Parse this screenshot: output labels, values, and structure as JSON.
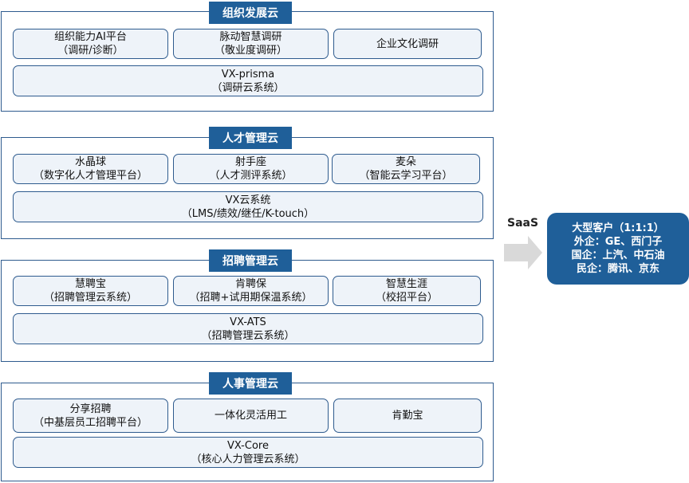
{
  "groups": [
    {
      "title": "组织发展云",
      "top_items": [
        {
          "line1": "组织能力AI平台",
          "line2": "（调研/诊断）"
        },
        {
          "line1": "脉动智慧调研",
          "line2": "（敬业度调研）"
        },
        {
          "line1": "企业文化调研",
          "line2": ""
        }
      ],
      "wide": {
        "line1": "VX-prisma",
        "line2": "（调研云系统）"
      }
    },
    {
      "title": "人才管理云",
      "top_items": [
        {
          "line1": "水晶球",
          "line2": "（数字化人才管理平台）"
        },
        {
          "line1": "射手座",
          "line2": "（人才测评系统）"
        },
        {
          "line1": "麦朵",
          "line2": "（智能云学习平台）"
        }
      ],
      "wide": {
        "line1": "VX云系统",
        "line2": "（LMS/绩效/继任/K-touch）"
      }
    },
    {
      "title": "招聘管理云",
      "top_items": [
        {
          "line1": "慧聘宝",
          "line2": "（招聘管理云系统）"
        },
        {
          "line1": "肯聘保",
          "line2": "（招聘+试用期保温系统）"
        },
        {
          "line1": "智慧生涯",
          "line2": "（校招平台）"
        }
      ],
      "wide": {
        "line1": "VX-ATS",
        "line2": "（招聘管理云系统）"
      }
    },
    {
      "title": "人事管理云",
      "top_items": [
        {
          "line1": "分享招聘",
          "line2": "（中基层员工招聘平台）"
        },
        {
          "line1": "一体化灵活用工",
          "line2": ""
        },
        {
          "line1": "肯勤宝",
          "line2": ""
        }
      ],
      "wide": {
        "line1": "VX-Core",
        "line2": "（核心人力管理云系统）"
      }
    }
  ],
  "arrow_label": "SaaS",
  "customers": {
    "line1": "大型客户（1:1:1）",
    "line2": "外企：GE、西门子",
    "line3": "国企：上汽、中石油",
    "line4": "民企：腾讯、京东"
  },
  "colors": {
    "title_bg": "#1f5f99",
    "box_bg": "#eef3f9",
    "border": "#2e5b8e",
    "arrow": "#d9d9d9"
  }
}
